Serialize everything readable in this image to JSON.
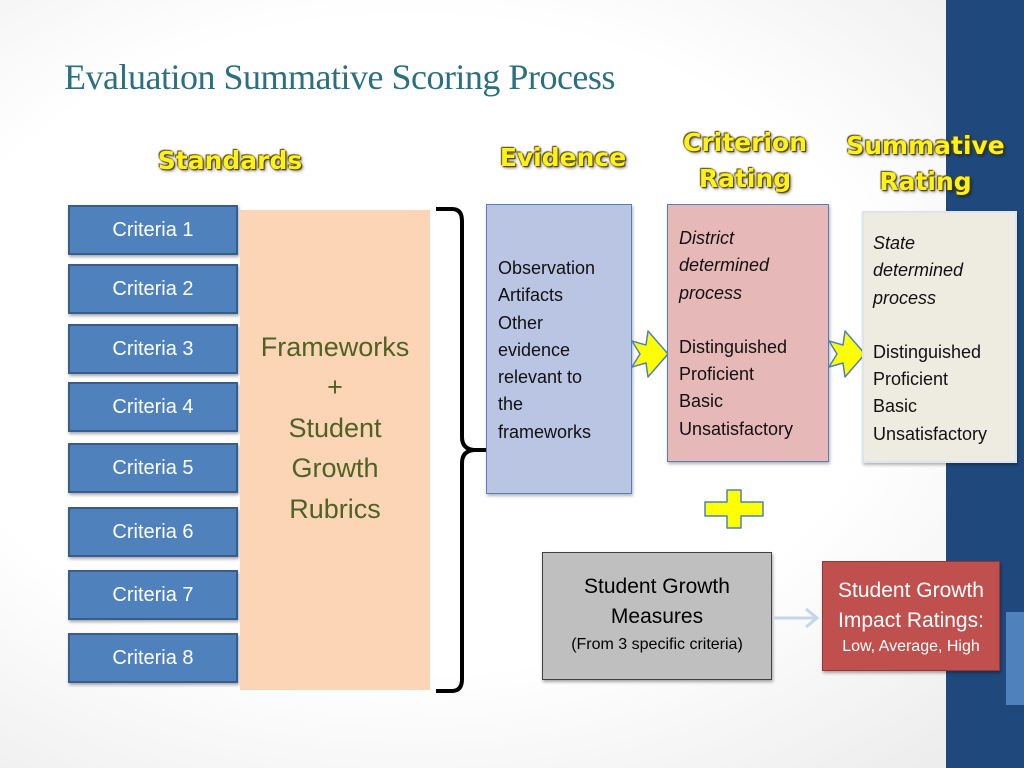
{
  "slide": {
    "title": "Evaluation Summative Scoring Process",
    "colors": {
      "title": "#2b6f80",
      "header_text": "#fff21a",
      "criteria_fill": "#4f81bd",
      "frameworks_fill": "#fbd5b5",
      "evidence_fill": "#b9c5e3",
      "district_fill": "#e6b9b8",
      "state_fill": "#eeece1",
      "plus_and_arrows": "#ffff00",
      "measures_fill": "#bfbfbf",
      "impact_fill": "#c0504d",
      "side_band": "#1f497d"
    }
  },
  "headers": {
    "standards": "Standards",
    "evidence": "Evidence",
    "criterion_line1": "Criterion",
    "criterion_line2": "Rating",
    "summative_line1": "Summative",
    "summative_line2": "Rating"
  },
  "criteria": [
    "Criteria 1",
    "Criteria 2",
    "Criteria 3",
    "Criteria 4",
    "Criteria 5",
    "Criteria 6",
    "Criteria 7",
    "Criteria 8"
  ],
  "frameworks": {
    "line1": "Frameworks",
    "line2": "+",
    "line3": "Student",
    "line4": "Growth",
    "line5": "Rubrics"
  },
  "evidence_box": {
    "lines": [
      "Observation",
      "Artifacts",
      "Other",
      "evidence",
      "relevant to",
      "the",
      "frameworks"
    ]
  },
  "district_box": {
    "italic_lines": [
      "District",
      "determined",
      "process"
    ],
    "levels": [
      "Distinguished",
      "Proficient",
      "Basic",
      "Unsatisfactory"
    ]
  },
  "state_box": {
    "italic_lines": [
      "State",
      "determined",
      "process"
    ],
    "levels": [
      "Distinguished",
      "Proficient",
      "Basic",
      "Unsatisfactory"
    ]
  },
  "growth_measures": {
    "title_line1": "Student Growth",
    "title_line2": "Measures",
    "subtitle": "(From 3 specific criteria)"
  },
  "impact_ratings": {
    "title_line1": "Student Growth",
    "title_line2": "Impact Ratings:",
    "subtitle": "Low, Average, High"
  },
  "icons": {
    "arrow": "yellow-block-arrow-right-icon",
    "plus": "yellow-plus-icon",
    "connector": "light-blue-arrow-right-icon"
  }
}
